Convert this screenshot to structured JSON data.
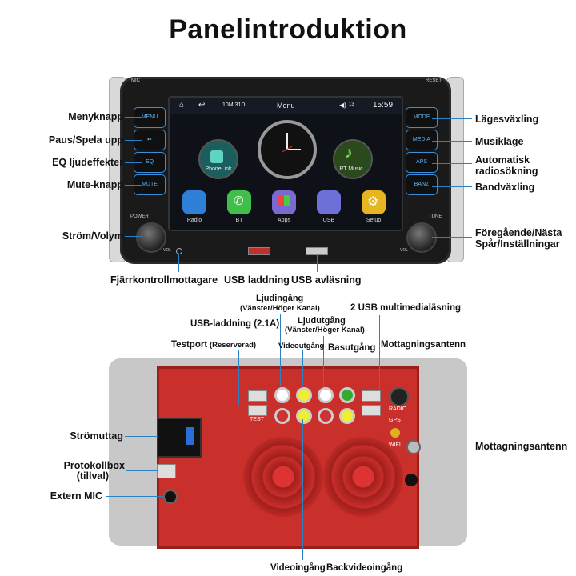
{
  "title": "Panelintroduktion",
  "front": {
    "top_labels": {
      "mic": "MIC",
      "reset": "RESET"
    },
    "screen": {
      "status": {
        "radio": "10M 31D",
        "menu": "Menu",
        "volume": "13",
        "time": "15:59"
      },
      "widgets": {
        "phonelink": "PhoneLink",
        "rtmusic": "RT Music"
      },
      "apps": [
        "Radio",
        "BT",
        "Apps",
        "USB",
        "Setup"
      ]
    },
    "buttons_left": [
      "MENU",
      "⏯",
      "EQ",
      "MUTE"
    ],
    "buttons_right": [
      "MODE",
      "MEDIA",
      "APS",
      "BANZ"
    ],
    "knob_labels": {
      "power": "POWER",
      "tune": "TUNE"
    },
    "vol_left": "VOL",
    "vol_right": "VOL",
    "labels_left": [
      "Menyknapp",
      "Paus/Spela upp",
      "EQ ljudeffekter",
      "Mute-knapp",
      "Ström/Volym"
    ],
    "labels_right": [
      "Lägesväxling",
      "Musikläge",
      "Automatisk radiosökning",
      "Bandväxling",
      "Föregående/Nästa Spår/Inställningar"
    ],
    "labels_bottom": [
      "Fjärrkontrollmottagare",
      "USB laddning",
      "USB avläsning"
    ]
  },
  "back": {
    "labels_top": {
      "ljudingang": "Ljudingång",
      "ljudingang_sub": "(Vänster/Höger Kanal)",
      "usb_multimedia": "2 USB multimedialäsning",
      "ljudutgang": "Ljudutgång",
      "ljudutgang_sub": "(Vänster/Höger Kanal)",
      "usb_laddning": "USB-laddning (2.1A)",
      "testport": "Testport",
      "testport_sub": "(Reserverad)",
      "videoutgang": "Videoutgång",
      "basutgang": "Basutgång",
      "mottagning_top": "Mottagningsantenn"
    },
    "labels_left": [
      "Strömuttag",
      "Protokollbox",
      "(tillval)",
      "Extern MIC"
    ],
    "label_right": "Mottagningsantenn",
    "labels_bottom": [
      "Videoingång",
      "Backvideoingång"
    ],
    "port_labels": [
      "TEST",
      "RADIO",
      "GPS",
      "WIFI"
    ]
  }
}
